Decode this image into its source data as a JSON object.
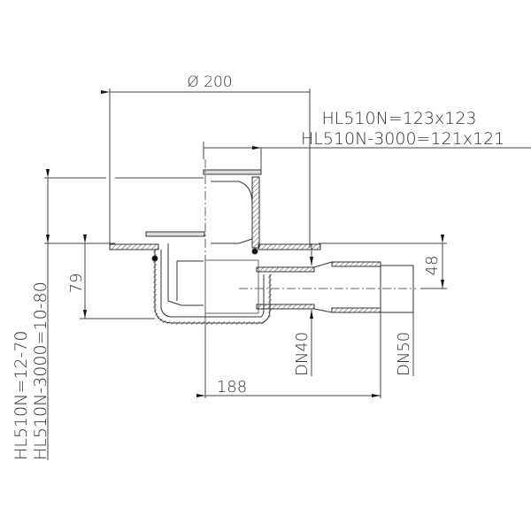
{
  "drawing": {
    "diameter_label": "Ø 200",
    "grate_size_1": "HL510N=123x123",
    "grate_size_2": "HL510N-3000=121x121",
    "height_range_1": "HL510N=12-70",
    "height_range_2": "HL510N-3000=10-80",
    "dim_79": "79",
    "dim_48": "48",
    "dim_188": "188",
    "dn40": "DN40",
    "dn50": "DN50"
  }
}
